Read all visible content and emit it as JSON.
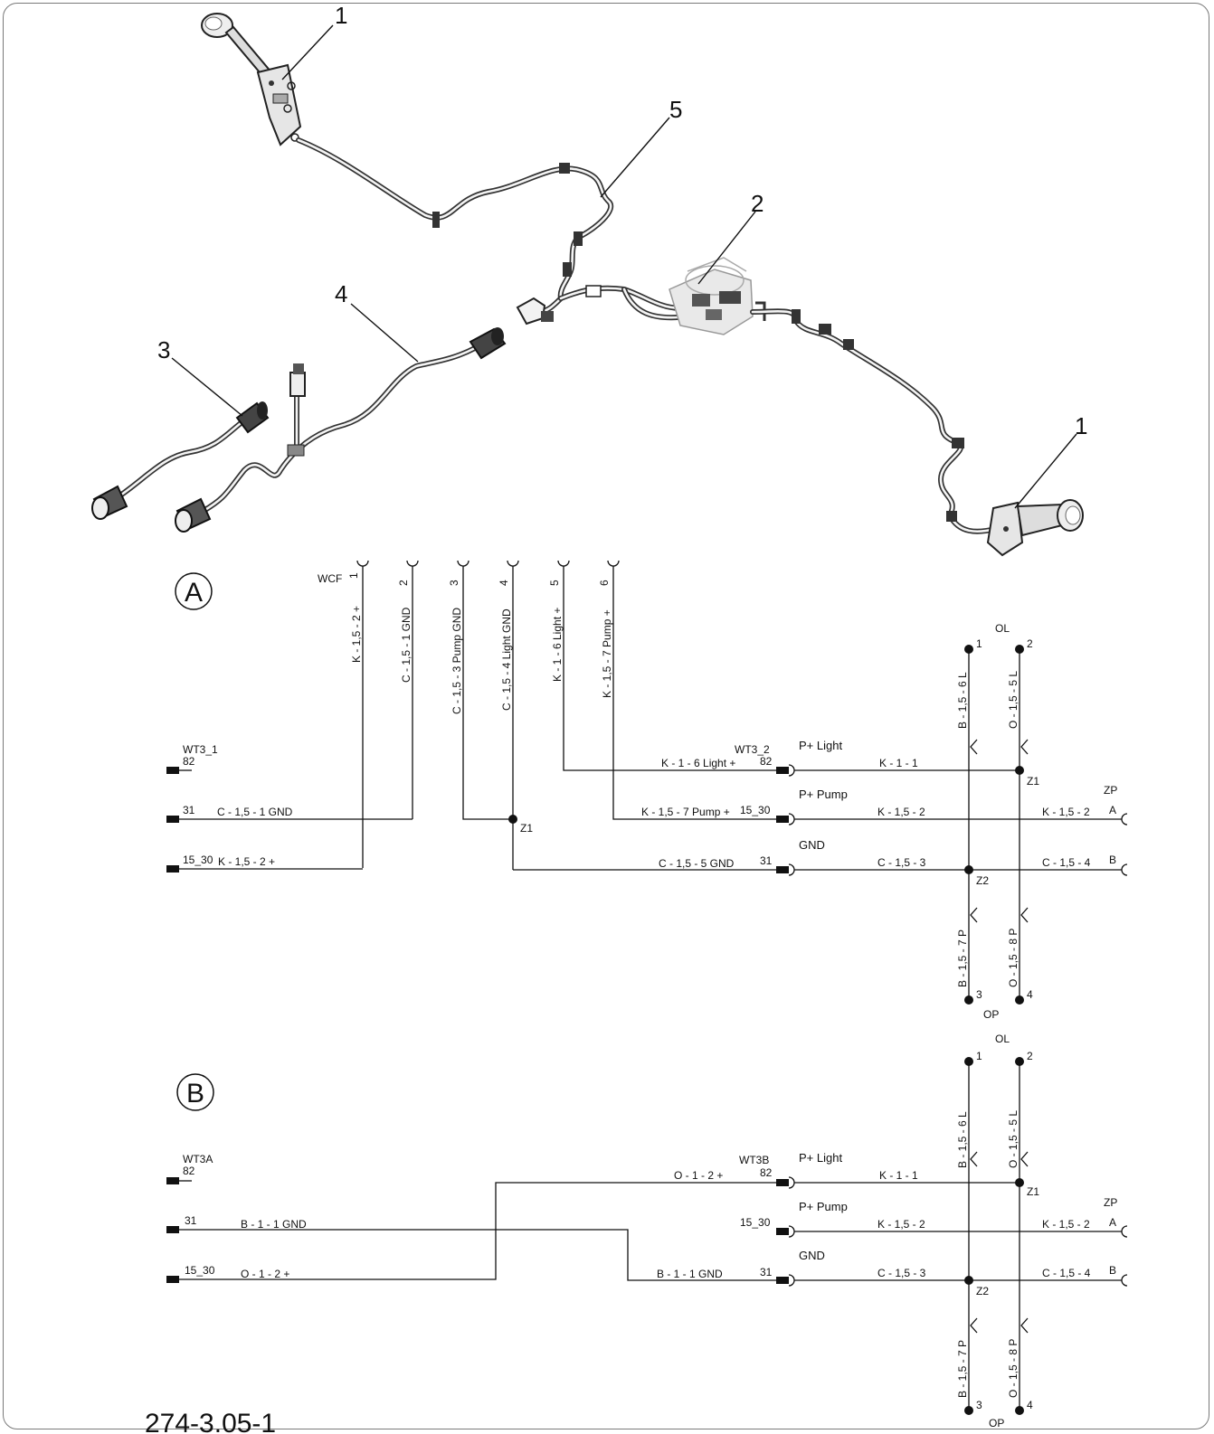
{
  "drawing_number": "274-3.05-1",
  "parts": {
    "p1a": "1",
    "p1b": "1",
    "p2": "2",
    "p3": "3",
    "p4": "4",
    "p5": "5"
  },
  "diagram_a": {
    "label": "A",
    "wcf": {
      "name": "WCF",
      "pins": [
        "1",
        "2",
        "3",
        "4",
        "5",
        "6"
      ]
    },
    "vwires": [
      "K - 1,5 - 2 +",
      "C - 1,5 - 1 GND",
      "C - 1,5 - 3 Pump GND",
      "C - 1,5 - 4 Light GND",
      "K - 1 - 6 Light +",
      "K - 1,5 - 7 Pump +"
    ],
    "left_conn": {
      "name": "WT3_1",
      "pin_82": "82",
      "pin_31": "31",
      "pin_15_30": "15_30"
    },
    "left_wires": {
      "w31": "C - 1,5 - 1 GND",
      "w15_30": "K - 1,5 - 2 +"
    },
    "splice_z1": "Z1",
    "mid_conn": {
      "name": "WT3_2",
      "pin_82": "82",
      "pin_15_30": "15_30",
      "pin_31": "31"
    },
    "mid_wires": {
      "w82": "K - 1 - 6 Light +",
      "w15_30": "K - 1,5 - 7 Pump +",
      "w31": "C - 1,5 - 5 GND"
    },
    "functions": {
      "light": "P+ Light",
      "pump": "P+ Pump",
      "gnd": "GND"
    },
    "right_wires": {
      "light": "K - 1 - 1",
      "pump": "K - 1,5 - 2",
      "gnd": "C - 1,5 - 3"
    },
    "zp": {
      "name": "ZP",
      "pin_a": "A",
      "pin_b": "B",
      "wire_a": "K - 1,5 - 2",
      "wire_b": "C - 1,5 - 4"
    },
    "ol": {
      "name": "OL",
      "pin1": "1",
      "pin2": "2",
      "wire1": "B - 1,5 - 6 L",
      "wire2": "O - 1,5 - 5 L"
    },
    "op": {
      "name": "OP",
      "pin3": "3",
      "pin4": "4",
      "wire3": "B - 1,5 - 7 P",
      "wire4": "O - 1,5 - 8 P"
    },
    "splices": {
      "z1": "Z1",
      "z2": "Z2"
    }
  },
  "diagram_b": {
    "label": "B",
    "left_conn": {
      "name": "WT3A",
      "pin_82": "82",
      "pin_31": "31",
      "pin_15_30": "15_30"
    },
    "left_wires": {
      "w31": "B - 1 - 1 GND",
      "w15_30": "O - 1 - 2 +"
    },
    "mid_conn": {
      "name": "WT3B",
      "pin_82": "82",
      "pin_15_30": "15_30",
      "pin_31": "31"
    },
    "mid_wires": {
      "w82": "O - 1 - 2 +",
      "w31": "B - 1 - 1 GND"
    },
    "functions": {
      "light": "P+ Light",
      "pump": "P+ Pump",
      "gnd": "GND"
    },
    "right_wires": {
      "light": "K - 1 - 1",
      "pump": "K - 1,5 - 2",
      "gnd": "C - 1,5 - 3"
    },
    "zp": {
      "name": "ZP",
      "pin_a": "A",
      "pin_b": "B",
      "wire_a": "K - 1,5 - 2",
      "wire_b": "C - 1,5 - 4"
    },
    "ol": {
      "name": "OL",
      "pin1": "1",
      "pin2": "2",
      "wire1": "B - 1,5 - 6 L",
      "wire2": "O - 1,5 - 5 L"
    },
    "op": {
      "name": "OP",
      "pin3": "3",
      "pin4": "4",
      "wire3": "B - 1,5 - 7 P",
      "wire4": "O - 1,5 - 8 P"
    },
    "splices": {
      "z1": "Z1",
      "z2": "Z2"
    }
  }
}
